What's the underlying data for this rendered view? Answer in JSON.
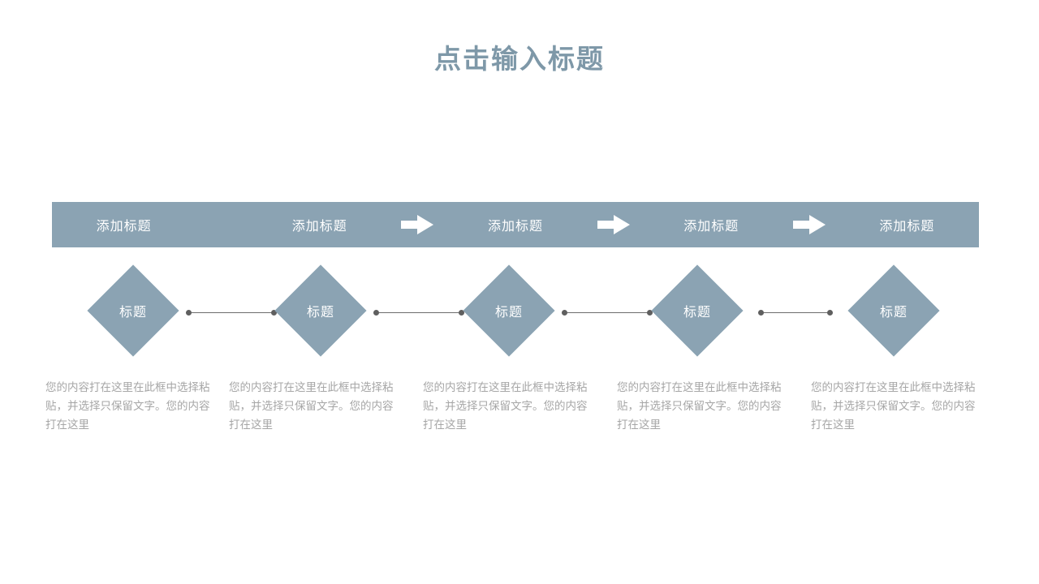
{
  "slide": {
    "title": "点击输入标题",
    "background_color": "#ffffff",
    "accent_color": "#8ba3b3",
    "title_color": "#7e98a8",
    "body_text_color": "#a6a6a6",
    "connector_color": "#6d6d6d"
  },
  "banner": {
    "background_color": "#8ba3b3",
    "label_color": "#ffffff",
    "items": [
      {
        "label": "添加标题",
        "arrow_after": false
      },
      {
        "label": "添加标题",
        "arrow_after": true
      },
      {
        "label": "添加标题",
        "arrow_after": true
      },
      {
        "label": "添加标题",
        "arrow_after": true
      },
      {
        "label": "添加标题",
        "arrow_after": false
      }
    ],
    "arrow_icon": "arrow-right-icon",
    "arrow_color": "#ffffff",
    "arrow_count": 3
  },
  "steps": [
    {
      "diamond_label": "标题",
      "description": "您的内容打在这里在此框中选择粘贴，并选择只保留文字。您的内容打在这里"
    },
    {
      "diamond_label": "标题",
      "description": "您的内容打在这里在此框中选择粘贴，并选择只保留文字。您的内容打在这里"
    },
    {
      "diamond_label": "标题",
      "description": "您的内容打在这里在此框中选择粘贴，并选择只保留文字。您的内容打在这里"
    },
    {
      "diamond_label": "标题",
      "description": "您的内容打在这里在此框中选择粘贴，并选择只保留文字。您的内容打在这里"
    },
    {
      "diamond_label": "标题",
      "description": "您的内容打在这里在此框中选择粘贴，并选择只保留文字。您的内容打在这里"
    }
  ],
  "connectors": {
    "count": 4,
    "line_color": "#6d6d6d",
    "dot_color": "#5f5f5f"
  }
}
